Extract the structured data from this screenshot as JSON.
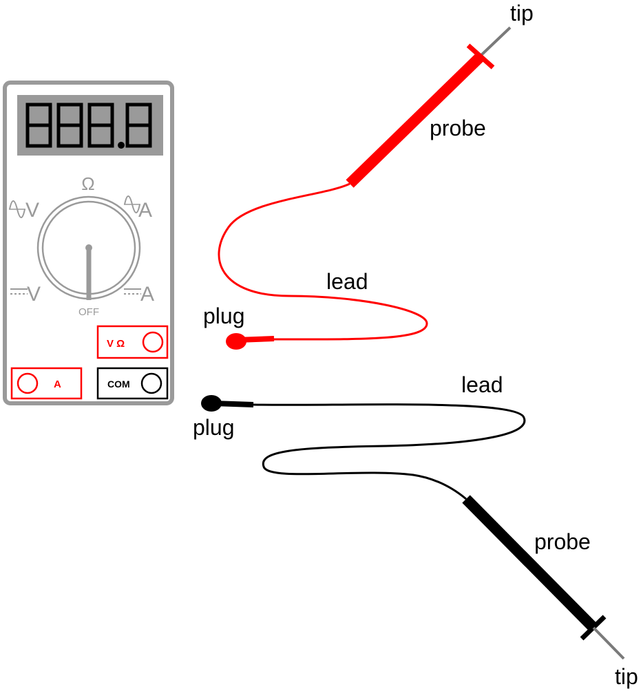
{
  "meter": {
    "display": "888.8",
    "dial_labels": {
      "ohm": "Ω",
      "ac_volts": "V",
      "ac_amps": "A",
      "dc_volts": "V",
      "dc_amps": "A",
      "off": "OFF"
    },
    "jacks": {
      "volt_ohm": "V Ω",
      "amps": "A",
      "common": "COM"
    }
  },
  "red_test_lead": {
    "tip_label": "tip",
    "probe_label": "probe",
    "lead_label": "lead",
    "plug_label": "plug"
  },
  "black_test_lead": {
    "tip_label": "tip",
    "probe_label": "probe",
    "lead_label": "lead",
    "plug_label": "plug"
  },
  "colors": {
    "red_lead": "#ff0000",
    "black_lead": "#000000",
    "meter_outline": "#9a9a9a",
    "display_bg": "#9a9a9a",
    "tip_metal": "#7a7a7a"
  }
}
